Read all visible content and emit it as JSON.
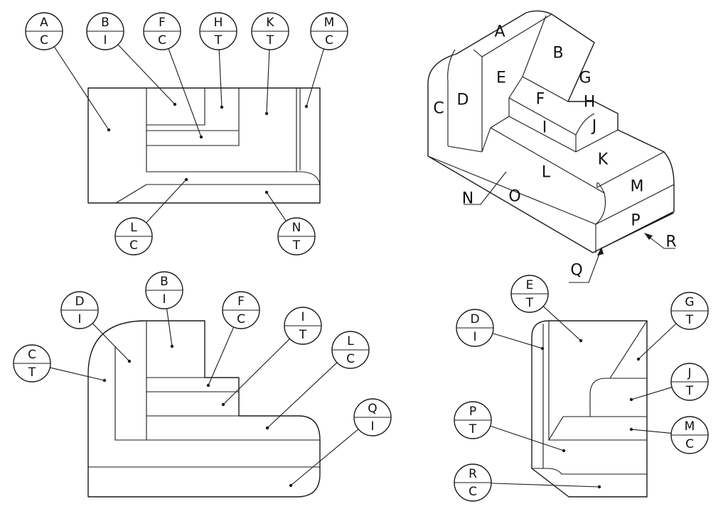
{
  "iso_labels": [
    "A",
    "B",
    "C",
    "D",
    "E",
    "F",
    "G",
    "H",
    "I",
    "J",
    "K",
    "L",
    "M",
    "N",
    "O",
    "P",
    "Q",
    "R"
  ],
  "views": {
    "top": {
      "callouts": [
        {
          "id": "A",
          "top": "A",
          "bottom": "C"
        },
        {
          "id": "B",
          "top": "B",
          "bottom": "I"
        },
        {
          "id": "F",
          "top": "F",
          "bottom": "C"
        },
        {
          "id": "H",
          "top": "H",
          "bottom": "T"
        },
        {
          "id": "K",
          "top": "K",
          "bottom": "T"
        },
        {
          "id": "M",
          "top": "M",
          "bottom": "C"
        },
        {
          "id": "L",
          "top": "L",
          "bottom": "C"
        },
        {
          "id": "N",
          "top": "N",
          "bottom": "T"
        }
      ]
    },
    "front": {
      "callouts": [
        {
          "id": "D",
          "top": "D",
          "bottom": "I"
        },
        {
          "id": "B",
          "top": "B",
          "bottom": "I"
        },
        {
          "id": "F",
          "top": "F",
          "bottom": "C"
        },
        {
          "id": "I",
          "top": "I",
          "bottom": "T"
        },
        {
          "id": "C",
          "top": "C",
          "bottom": "T"
        },
        {
          "id": "L",
          "top": "L",
          "bottom": "C"
        },
        {
          "id": "Q",
          "top": "Q",
          "bottom": "I"
        }
      ]
    },
    "side": {
      "callouts": [
        {
          "id": "E",
          "top": "E",
          "bottom": "T"
        },
        {
          "id": "D",
          "top": "D",
          "bottom": "I"
        },
        {
          "id": "G",
          "top": "G",
          "bottom": "T"
        },
        {
          "id": "J",
          "top": "J",
          "bottom": "T"
        },
        {
          "id": "P",
          "top": "P",
          "bottom": "T"
        },
        {
          "id": "M",
          "top": "M",
          "bottom": "C"
        },
        {
          "id": "R",
          "top": "R",
          "bottom": "C"
        }
      ]
    }
  }
}
